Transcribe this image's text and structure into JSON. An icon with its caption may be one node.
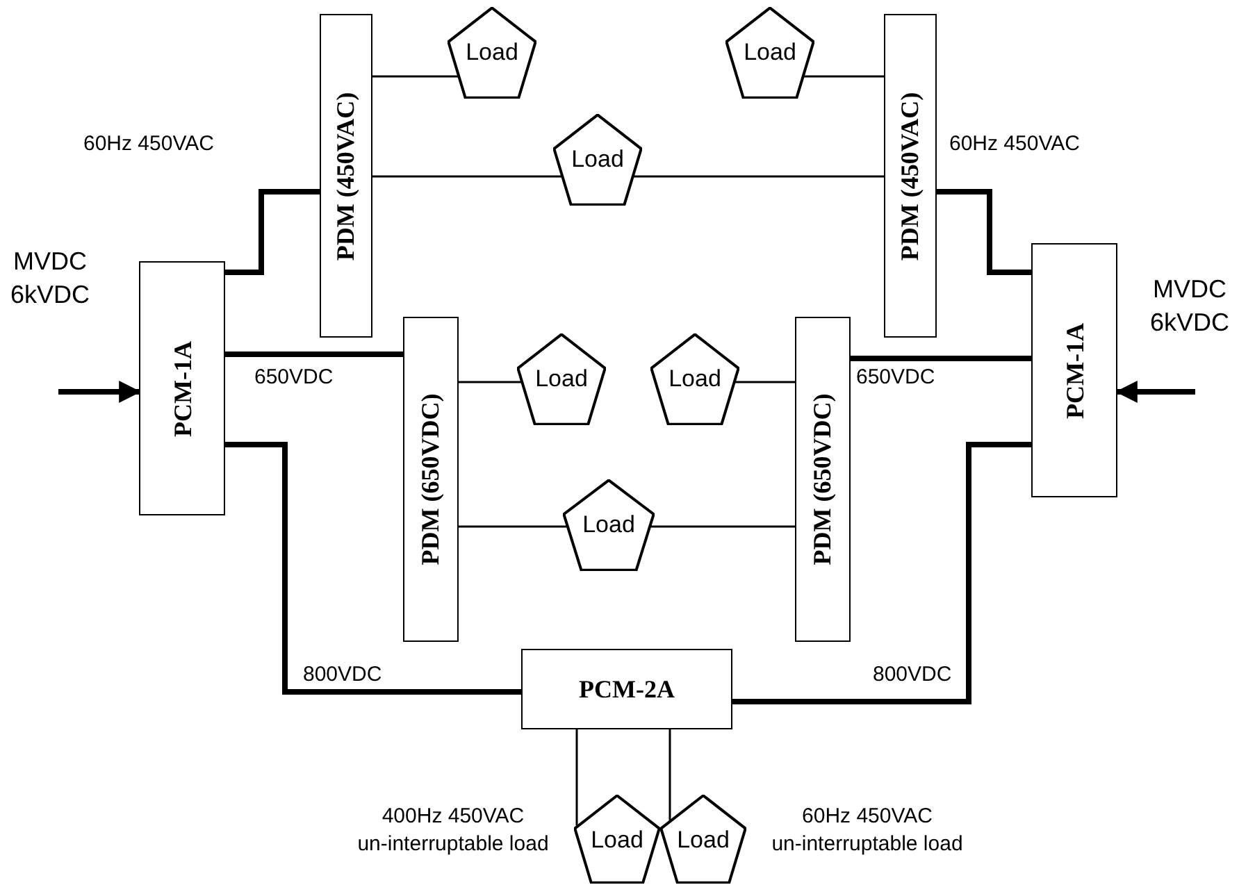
{
  "diagram": {
    "nodes": [
      {
        "text": [
          "PDM (450VAC)"
        ]
      },
      {
        "text": [
          "Load"
        ]
      },
      {
        "text": [
          "Load"
        ]
      },
      {
        "text": [
          "PDM (450VAC)"
        ]
      },
      {
        "text": [
          "Load"
        ]
      },
      {
        "text": [
          "PCM-1A"
        ]
      },
      {
        "text": [
          "PCM-1A"
        ]
      },
      {
        "text": [
          "PDM (650VDC)"
        ]
      },
      {
        "text": [
          "Load"
        ]
      },
      {
        "text": [
          "Load"
        ]
      },
      {
        "text": [
          "PDM (650VDC)"
        ]
      },
      {
        "text": [
          "Load"
        ]
      },
      {
        "text": [
          "PCM-2A"
        ]
      },
      {
        "text": [
          "Load"
        ],
        "beside": [
          "400Hz 450VAC",
          "un-interruptable load"
        ]
      },
      {
        "text": [
          "Load"
        ],
        "beside": [
          "60Hz 450VAC",
          "un-interruptable load"
        ]
      }
    ],
    "edges": [
      {
        "from": null,
        "to": 5,
        "arrow": "to",
        "style": "thick"
      },
      {
        "from": null,
        "to": 6,
        "arrow": "to",
        "style": "thick"
      },
      {
        "from": 5,
        "to": 0,
        "arrow": "none",
        "style": "thick",
        "label": "60Hz 450VAC"
      },
      {
        "from": 5,
        "to": 7,
        "arrow": "none",
        "style": "thick",
        "label": "650VDC"
      },
      {
        "from": 5,
        "to": 12,
        "arrow": "none",
        "style": "thick",
        "label": "800VDC"
      },
      {
        "from": 0,
        "to": 1,
        "arrow": "none"
      },
      {
        "from": 2,
        "to": 3,
        "arrow": "none"
      },
      {
        "from": 0,
        "to": 4,
        "arrow": "none"
      },
      {
        "from": 4,
        "to": 3,
        "arrow": "none"
      },
      {
        "from": 7,
        "to": 8,
        "arrow": "none"
      },
      {
        "from": 9,
        "to": 10,
        "arrow": "none"
      },
      {
        "from": 7,
        "to": 11,
        "arrow": "none"
      },
      {
        "from": 11,
        "to": 10,
        "arrow": "none"
      },
      {
        "from": 10,
        "to": 6,
        "arrow": "none",
        "style": "thick",
        "label": "650VDC"
      },
      {
        "from": 3,
        "to": 6,
        "arrow": "none",
        "style": "thick",
        "label": "60Hz 450VAC"
      },
      {
        "from": 12,
        "to": 6,
        "arrow": "none",
        "style": "thick",
        "label": "800VDC"
      },
      {
        "from": 12,
        "to": 13,
        "arrow": "none"
      },
      {
        "from": 12,
        "to": 14,
        "arrow": "none"
      }
    ],
    "labels": [
      "MVDC 6kVDC",
      "MVDC 6kVDC"
    ]
  }
}
